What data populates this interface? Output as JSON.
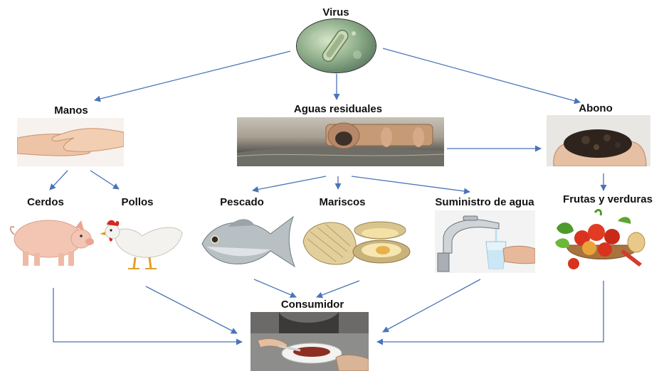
{
  "nodes": {
    "virus": "Virus",
    "manos": "Manos",
    "aguas": "Aguas residuales",
    "abono": "Abono",
    "cerdos": "Cerdos",
    "pollos": "Pollos",
    "pescado": "Pescado",
    "mariscos": "Mariscos",
    "suministro": "Suministro de agua",
    "frutas": "Frutas y verduras",
    "consumidor": "Consumidor"
  },
  "colors": {
    "arrow": "#4a74b8"
  }
}
